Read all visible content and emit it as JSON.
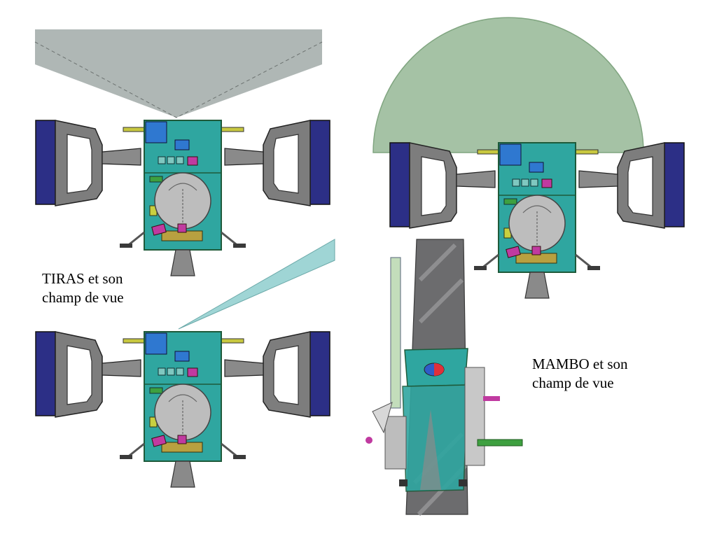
{
  "captions": {
    "tiras": {
      "line1": "TIRAS et son",
      "line2": "champ de vue"
    },
    "mambo": {
      "line1": "MAMBO et son",
      "line2": "champ de vue"
    }
  },
  "colors": {
    "body": "#2fa6a0",
    "body_edge": "#1e5a3a",
    "panel": "#2c2f86",
    "arm": "#7d7d7d",
    "dish": "#bdbdbd",
    "blue_box": "#2f78d0",
    "magenta": "#c03aa0",
    "yellow": "#c8d040",
    "green_mod": "#3ea040",
    "olive": "#b8a040",
    "nozzle": "#8a8a8a",
    "tiras_fov": "#9ba5a3",
    "tiras_beam": "#9fd5d5",
    "mambo_fov": "#6a9a6a",
    "deck_stripe": "#6c6c6e"
  },
  "icons": [
    "spacecraft-icon",
    "antenna-dish-icon",
    "solar-panel-icon",
    "thruster-nozzle-icon"
  ]
}
